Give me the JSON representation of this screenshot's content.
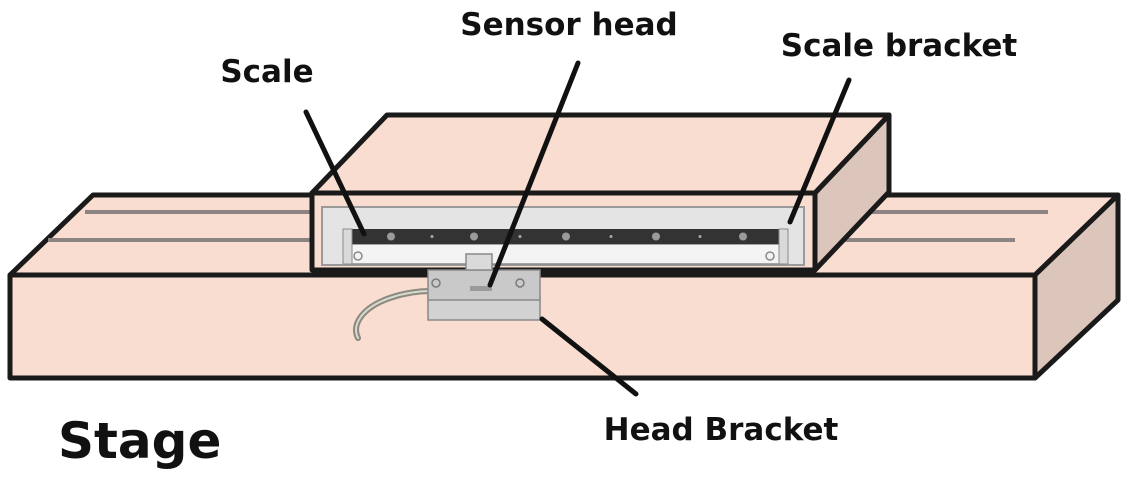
{
  "labels": {
    "sensor_head": "Sensor head",
    "scale": "Scale",
    "scale_bracket": "Scale bracket",
    "head_bracket": "Head Bracket",
    "stage": "Stage"
  },
  "colors": {
    "wood_top": "#f8ddd0",
    "wood_front": "#f8ddd0",
    "wood_side": "#dcc6bb",
    "outline": "#1a1a1a",
    "rail": "#8c8482",
    "scale_bar": "#333333",
    "scale_bracket": "#e4e4e4",
    "head_body": "#c9c9c9",
    "cable": "#8a8a80"
  }
}
